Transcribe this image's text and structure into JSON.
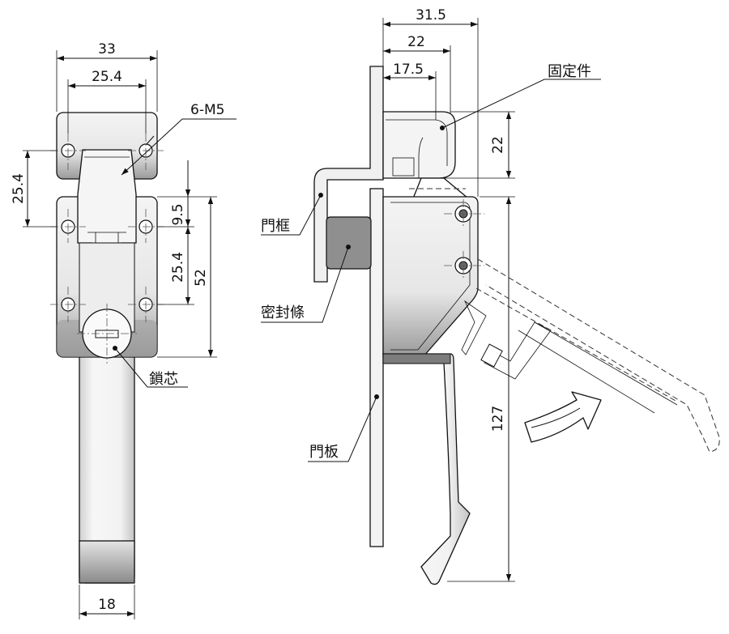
{
  "dimensions": {
    "front_width_33": "33",
    "front_hole_spacing_25_4": "25.4",
    "hole_spec": "6-M5",
    "front_left_vertical_25_4": "25.4",
    "front_right_9_5": "9.5",
    "front_right_25_4": "25.4",
    "front_right_52": "52",
    "handle_width_18": "18",
    "side_top_31_5": "31.5",
    "side_top_22": "22",
    "side_top_17_5": "17.5",
    "side_right_22": "22",
    "side_right_127": "127"
  },
  "labels": {
    "lock_core": "鎖芯",
    "door_frame": "門框",
    "seal_strip": "密封條",
    "door_panel": "門板",
    "fixing_part": "固定件"
  },
  "colors": {
    "line": "#111111",
    "part_fill": "#ececec",
    "part_dark": "#8c8c8c",
    "seal_fill": "#8f8f8f"
  },
  "icons": {
    "rotation": "curved-arrow-icon"
  }
}
